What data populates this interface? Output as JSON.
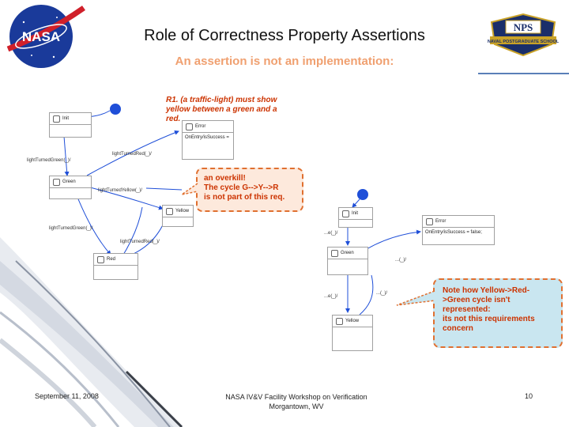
{
  "title": "Role of Correctness Property Assertions",
  "subtitle": "An assertion is not an implementation:",
  "logos": {
    "nasa": "NASA",
    "nps_initials": "NPS",
    "nps_banner": "NAVAL POSTGRADUATE SCHOOL"
  },
  "requirement_text": "R1. (a traffic-light) must show yellow between a green and a red.",
  "callout_overkill": {
    "line1": "an overkill!",
    "line2": "The cycle G-->Y-->R",
    "line3": "is not part of this req."
  },
  "callout_note": {
    "line1": "Note how Yellow->Red-",
    "line2": ">Green cycle isn't",
    "line3": "represented:",
    "line4": "its not this requirements",
    "line5": "concern"
  },
  "left_diagram": {
    "states": {
      "init": "Init",
      "error": "Error",
      "error_body": "OnEntry/isSuccess =",
      "green": "Green",
      "yellow": "Yellow",
      "red": "Red"
    },
    "transitions": {
      "t_green": "lightTurnedGreen(_)/",
      "t_red1": "lightTurnedRed(_)/",
      "t_yellow": "lightTurnedYellow(_)/",
      "t_green2": "lightTurnedGreen(_)/",
      "t_red2": "lightTurnedRed(_)/"
    }
  },
  "right_diagram": {
    "states": {
      "init": "Init",
      "error": "Error",
      "error_body": "OnEntry/isSuccess = false;",
      "green": "Green",
      "yellow": "Yellow"
    },
    "transitions": {
      "t1": "...e(_)/",
      "t2": "...(_)/",
      "t3": "...e(_)/",
      "t4": "...(_)/"
    }
  },
  "colors": {
    "accent_blue": "#1f4fd8",
    "callout_border": "#e07030",
    "callout_fill": "#c9e6f0",
    "callout_text_red": "#cc3300",
    "subtitle_orange": "#f0a070"
  },
  "footer": {
    "date": "September 11, 2008",
    "venue_line1": "NASA IV&V Facility Workshop on Verification",
    "venue_line2": "Morgantown, WV",
    "page": "10"
  }
}
